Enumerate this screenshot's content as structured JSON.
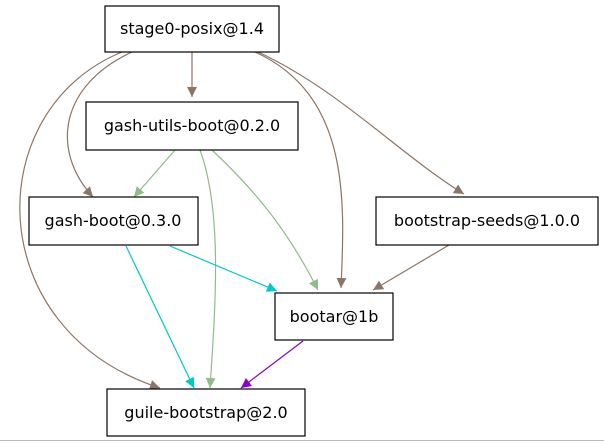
{
  "graph": {
    "nodes": [
      {
        "id": "stage0",
        "label": "stage0-posix@1.4"
      },
      {
        "id": "gashutils",
        "label": "gash-utils-boot@0.2.0"
      },
      {
        "id": "gashboot",
        "label": "gash-boot@0.3.0"
      },
      {
        "id": "seeds",
        "label": "bootstrap-seeds@1.0.0"
      },
      {
        "id": "bootar",
        "label": "bootar@1b"
      },
      {
        "id": "guile",
        "label": "guile-bootstrap@2.0"
      }
    ],
    "edges": [
      {
        "from": "stage0",
        "to": "gashutils",
        "color": "#8b7565"
      },
      {
        "from": "stage0",
        "to": "gashboot",
        "color": "#8b7565"
      },
      {
        "from": "stage0",
        "to": "guile",
        "color": "#8b7565"
      },
      {
        "from": "stage0",
        "to": "bootar",
        "color": "#8b7565"
      },
      {
        "from": "stage0",
        "to": "seeds",
        "color": "#8b7565"
      },
      {
        "from": "gashutils",
        "to": "gashboot",
        "color": "#8fbc8b"
      },
      {
        "from": "gashutils",
        "to": "guile",
        "color": "#8fbc8b"
      },
      {
        "from": "gashutils",
        "to": "bootar",
        "color": "#8fbc8b"
      },
      {
        "from": "gashboot",
        "to": "bootar",
        "color": "#00c8c8"
      },
      {
        "from": "gashboot",
        "to": "guile",
        "color": "#00c8c8"
      },
      {
        "from": "seeds",
        "to": "bootar",
        "color": "#8b7565"
      },
      {
        "from": "bootar",
        "to": "guile",
        "color": "#8800cc"
      }
    ]
  }
}
